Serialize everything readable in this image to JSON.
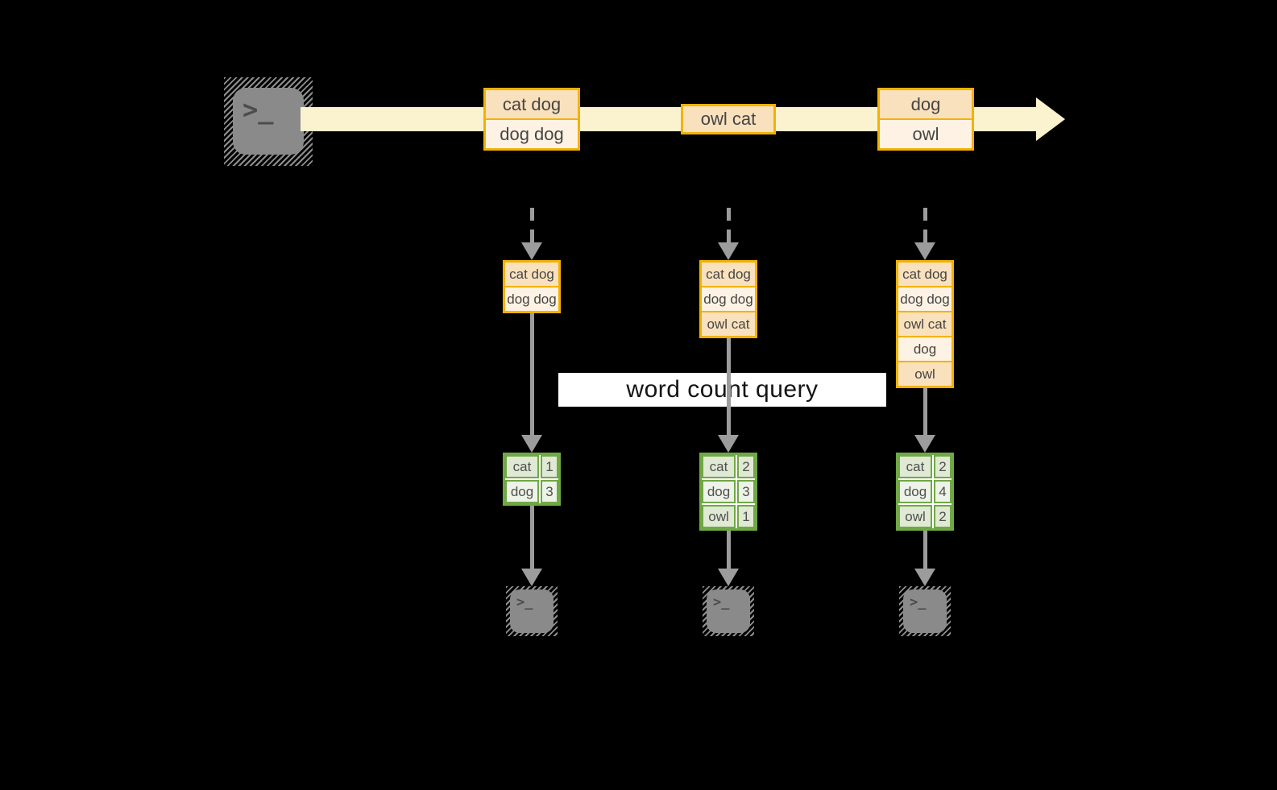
{
  "query_label": "word count query",
  "source_terminal": {
    "prompt": ">_"
  },
  "stream_batches": [
    {
      "rows": [
        "cat dog",
        "dog dog"
      ]
    },
    {
      "rows": [
        "owl cat"
      ]
    },
    {
      "rows": [
        "dog",
        "owl"
      ]
    }
  ],
  "columns": [
    {
      "input_rows": [
        "cat dog",
        "dog dog"
      ],
      "counts": [
        {
          "word": "cat",
          "count": "1"
        },
        {
          "word": "dog",
          "count": "3"
        }
      ],
      "terminal_prompt": ">_"
    },
    {
      "input_rows": [
        "cat dog",
        "dog dog",
        "owl cat"
      ],
      "counts": [
        {
          "word": "cat",
          "count": "2"
        },
        {
          "word": "dog",
          "count": "3"
        },
        {
          "word": "owl",
          "count": "1"
        }
      ],
      "terminal_prompt": ">_"
    },
    {
      "input_rows": [
        "cat dog",
        "dog dog",
        "owl cat",
        "dog",
        "owl"
      ],
      "counts": [
        {
          "word": "cat",
          "count": "2"
        },
        {
          "word": "dog",
          "count": "4"
        },
        {
          "word": "owl",
          "count": "2"
        }
      ],
      "terminal_prompt": ">_"
    }
  ],
  "colors": {
    "background": "#000000",
    "accent_orange": "#f2b200",
    "band_yellow": "#fbf2cf",
    "row_peach": "#fae1bd",
    "row_cream": "#fdf2e3",
    "green_border": "#70a845",
    "cell_green_dark": "#dfe9d3",
    "cell_green_light": "#eef3e9",
    "arrow_gray": "#9c9c9c",
    "terminal_gray": "#8a8a8a"
  }
}
